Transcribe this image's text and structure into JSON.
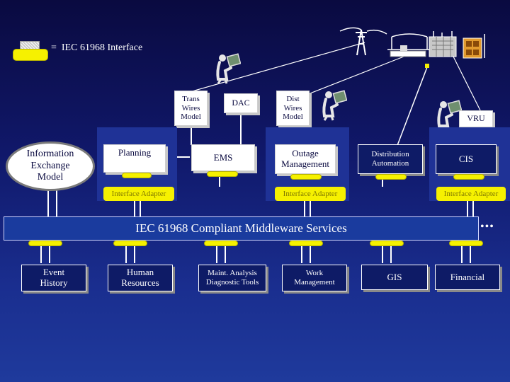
{
  "legend": {
    "text": "=  IEC 61968 Interface"
  },
  "top_boxes": {
    "trans_wires_model": "Trans\nWires\nModel",
    "dac": "DAC",
    "dist_wires_model": "Dist\nWires\nModel",
    "vru": "VRU"
  },
  "info_exchange_model": "Information\nExchange\nModel",
  "apps_upper": {
    "planning": "Planning",
    "ems": "EMS",
    "outage_management": "Outage\nManagement",
    "distribution_automation": "Distribution\nAutomation",
    "cis": "CIS"
  },
  "adapters": {
    "adapter_left": "Interface Adapter",
    "adapter_middle": "Interface Adapter",
    "adapter_right": "Interface Adapter"
  },
  "bus": {
    "label": "IEC 61968 Compliant Middleware Services",
    "ellipsis": "•••"
  },
  "apps_lower": {
    "event_history": "Event\nHistory",
    "human_resources": "Human\nResources",
    "maint_analysis": "Maint. Analysis\nDiagnostic Tools",
    "work_management": "Work\nManagement",
    "gis": "GIS",
    "financial": "Financial"
  },
  "colors": {
    "background_top": "#0a0a40",
    "background_bottom": "#1f3a9c",
    "interface_yellow": "#f6f100",
    "panel_blue": "#1f3296",
    "box_white": "#ffffff"
  },
  "icons": [
    "computer-operator-icon",
    "transmission-tower-icon",
    "power-line-icon",
    "substation-icon",
    "meter-icon"
  ]
}
